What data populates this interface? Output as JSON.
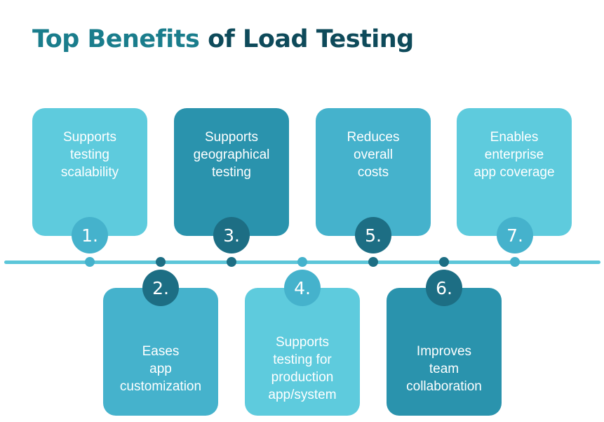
{
  "title": {
    "accent": "Top Benefits",
    "rest": "of Load Testing"
  },
  "colors": {
    "light": "#5ecbdd",
    "mid": "#45b2cc",
    "dark": "#2a93ad",
    "badge_light": "#45b2cc",
    "badge_dark": "#1d6e84",
    "timeline": "#5cc6d9"
  },
  "benefits": [
    {
      "number": "1.",
      "text": "Supports\ntesting\nscalability"
    },
    {
      "number": "2.",
      "text": "Eases\napp\ncustomization"
    },
    {
      "number": "3.",
      "text": "Supports\ngeographical\ntesting"
    },
    {
      "number": "4.",
      "text": "Supports\ntesting for\nproduction\napp/system"
    },
    {
      "number": "5.",
      "text": "Reduces\noverall\ncosts"
    },
    {
      "number": "6.",
      "text": "Improves\nteam\ncollaboration"
    },
    {
      "number": "7.",
      "text": "Enables\nenterprise\napp coverage"
    }
  ]
}
